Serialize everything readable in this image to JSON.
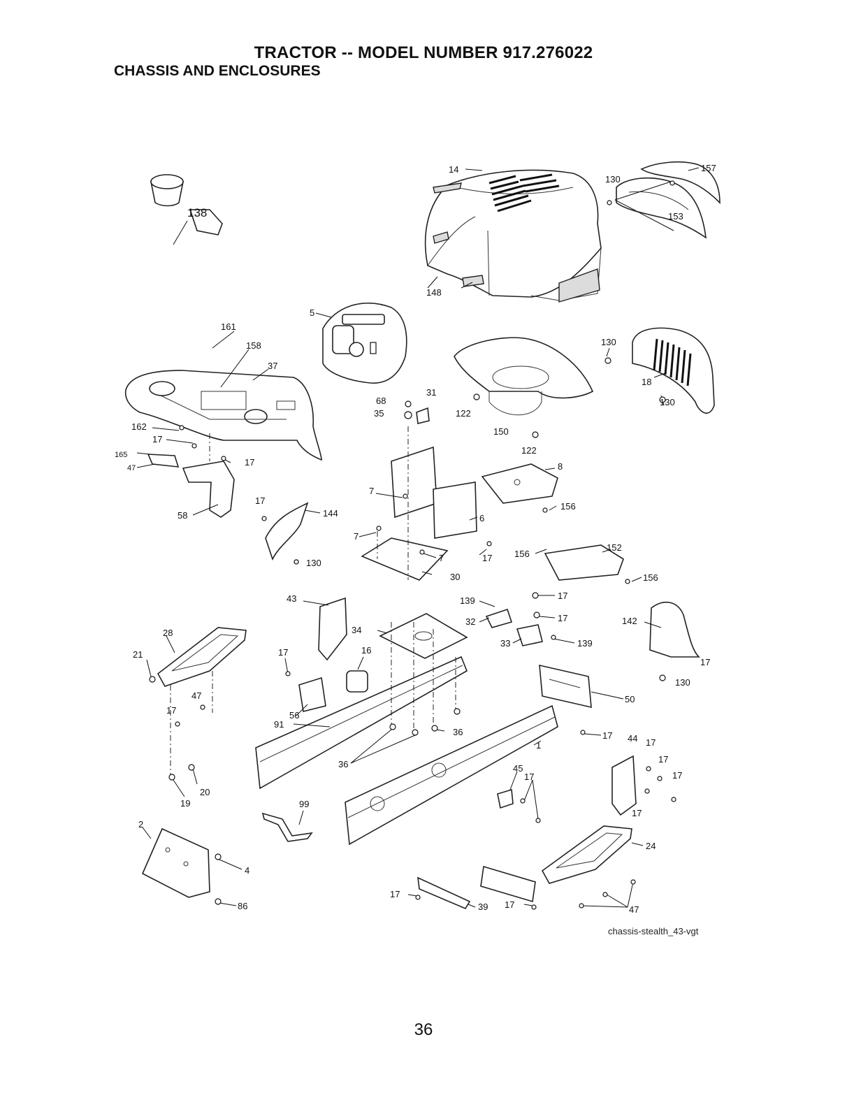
{
  "header": {
    "title": "TRACTOR -- MODEL NUMBER 917.276022",
    "subtitle": "CHASSIS AND ENCLOSURES"
  },
  "diagram": {
    "callouts": [
      "14",
      "157",
      "153",
      "130",
      "148",
      "138",
      "5",
      "161",
      "158",
      "37",
      "130",
      "18",
      "130",
      "68",
      "31",
      "35",
      "122",
      "150",
      "122",
      "162",
      "17",
      "165",
      "47",
      "17",
      "8",
      "7",
      "156",
      "58",
      "17",
      "144",
      "6",
      "7",
      "7",
      "17",
      "152",
      "156",
      "130",
      "30",
      "156",
      "43",
      "139",
      "17",
      "17",
      "142",
      "32",
      "34",
      "28",
      "17",
      "16",
      "33",
      "139",
      "21",
      "17",
      "130",
      "47",
      "50",
      "56",
      "91",
      "17",
      "36",
      "17",
      "44",
      "17",
      "36",
      "1",
      "17",
      "45",
      "17",
      "17",
      "20",
      "19",
      "17",
      "99",
      "2",
      "24",
      "4",
      "86",
      "17",
      "39",
      "17",
      "47"
    ],
    "caption": "chassis-stealth_43-vgt"
  },
  "footer": {
    "page_number": "36"
  }
}
